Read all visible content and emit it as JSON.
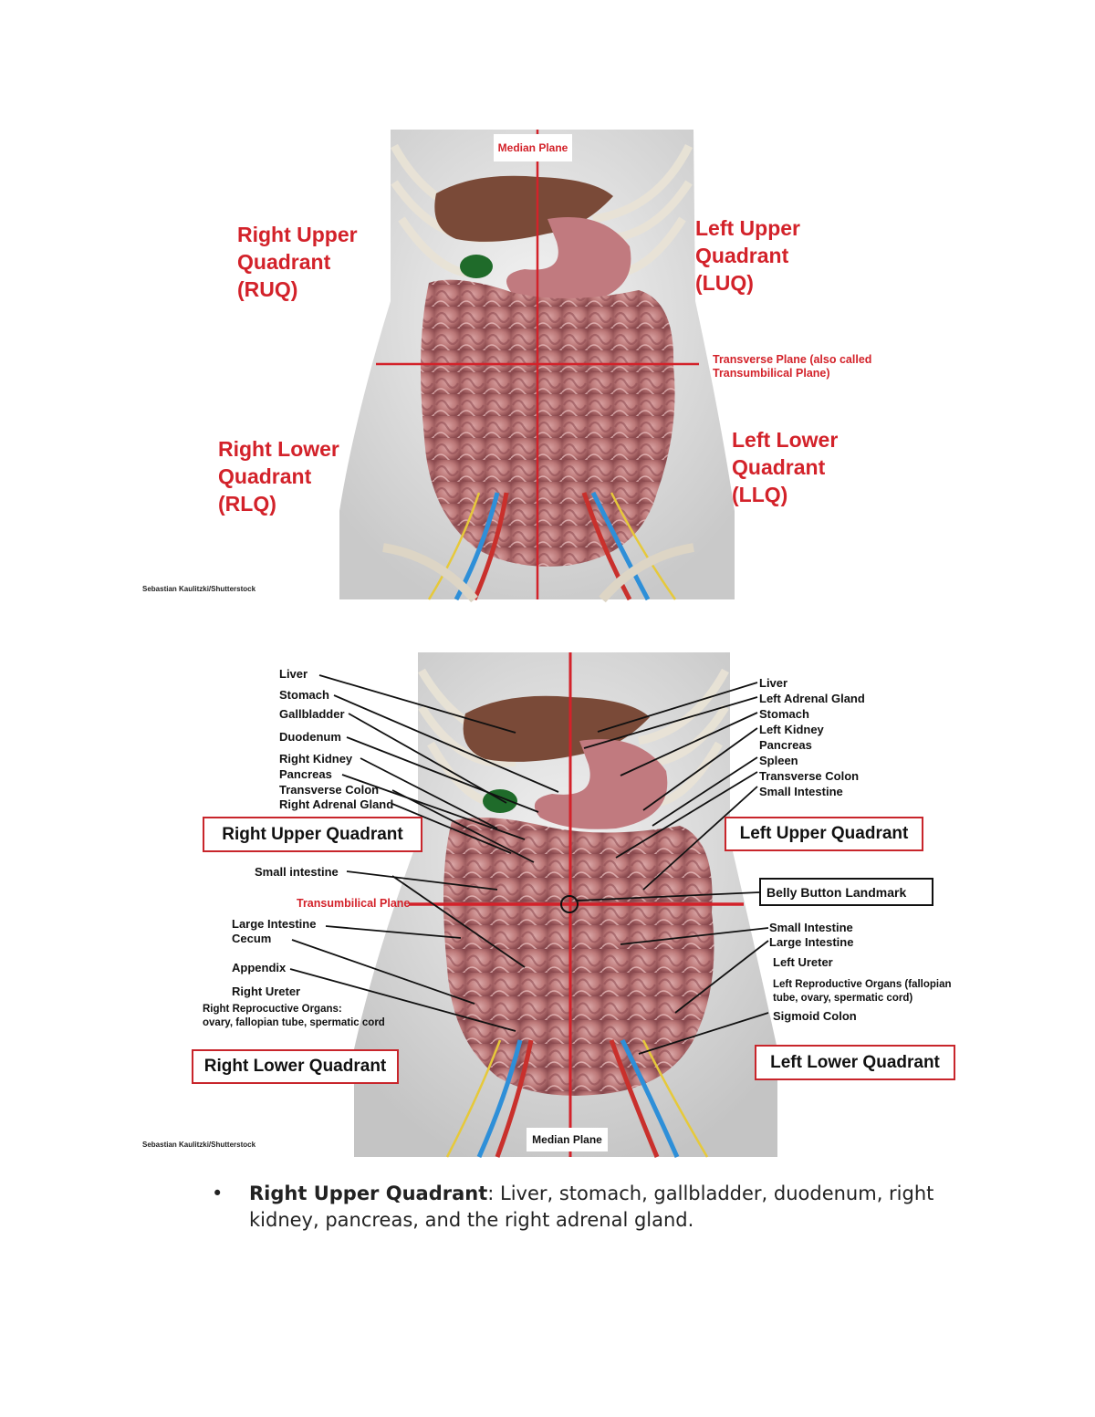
{
  "figure1": {
    "median_plane": "Median Plane",
    "ruq": [
      "Right Upper",
      "Quadrant",
      "(RUQ)"
    ],
    "luq": [
      "Left Upper",
      "Quadrant",
      "(LUQ)"
    ],
    "rlq": [
      "Right Lower",
      "Quadrant",
      "(RLQ)"
    ],
    "llq": [
      "Left Lower",
      "Quadrant",
      "(LLQ)"
    ],
    "transverse": [
      "Transverse Plane (also called",
      "Transumbilical Plane)"
    ],
    "credit": "Sebastian Kaulitzki/Shutterstock"
  },
  "figure2": {
    "right_labels": [
      "Liver",
      "Stomach",
      "Gallbladder",
      "Duodenum",
      "Right Kidney",
      "Pancreas",
      "Transverse Colon",
      "Right Adrenal Gland"
    ],
    "left_labels": [
      "Liver",
      "Left Adrenal Gland",
      "Stomach",
      "Left Kidney",
      "Pancreas",
      "Spleen",
      "Transverse Colon",
      "Small Intestine"
    ],
    "ruq_box": "Right Upper Quadrant",
    "luq_box": "Left Upper Quadrant",
    "rlq_box": "Right Lower Quadrant",
    "llq_box": "Left Lower Quadrant",
    "small_intestine": "Small intestine",
    "transumbilical": "Transumbilical Plane",
    "belly_button": "Belly Button Landmark",
    "lower_right_labels": [
      "Large Intestine",
      "Cecum",
      "Appendix",
      "Right Ureter",
      "Right Reprocuctive Organs:",
      "ovary, fallopian tube, spermatic cord"
    ],
    "lower_left_labels": [
      "Small Intestine",
      "Large Intestine",
      "Left Ureter",
      "Left Reproductive Organs (fallopian",
      "tube, ovary, spermatic cord)",
      "Sigmoid Colon"
    ],
    "median_plane": "Median Plane",
    "credit": "Sebastian Kaulitzki/Shutterstock"
  },
  "bullet": {
    "marker": "•",
    "term": "Right Upper Quadrant",
    "text": ": Liver, stomach, gallbladder, duodenum, right kidney, pancreas, and the right adrenal gland."
  },
  "colors": {
    "accent_red": "#d3222a",
    "box_red": "#c8252b"
  }
}
